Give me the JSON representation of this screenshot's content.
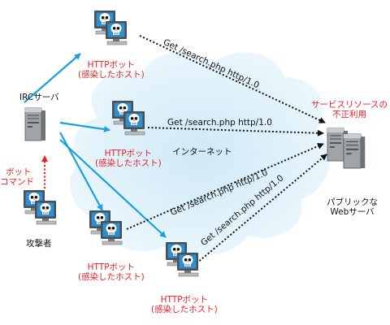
{
  "irc_server": {
    "label": "IRCサーバ"
  },
  "bot_command": {
    "line1": "ボット",
    "line2": "コマンド"
  },
  "attacker": {
    "label": "攻撃者"
  },
  "internet": {
    "label": "インターネット"
  },
  "bot_hosts": {
    "line1": "HTTPボット",
    "line2": "(感染したホスト)"
  },
  "requests": {
    "get": "Get /search.php http/1.0"
  },
  "abuse_label": {
    "line1": "サービスリソースの",
    "line2": "不正利用"
  },
  "web_server": {
    "line1": "パブリックな",
    "line2": "Webサーバ"
  },
  "colors": {
    "arrow": "#1aa0dc",
    "cloud": "#dff1fa",
    "attack_red": "#e8202a",
    "bot_command_arrow": "#e8202a"
  }
}
